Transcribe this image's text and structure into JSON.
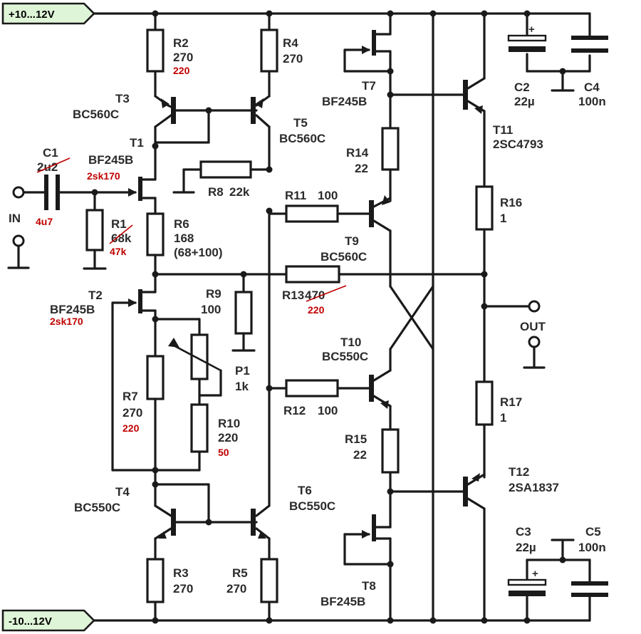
{
  "rails": {
    "positive": "+10...12V",
    "negative": "-10...12V",
    "positive_color": "#dff5d8",
    "negative_color": "#dff5d8"
  },
  "ports": {
    "input": "IN",
    "output": "OUT"
  },
  "components": {
    "C1": {
      "ref": "C1",
      "value": "2u2",
      "alt": "4u7"
    },
    "R1": {
      "ref": "R1",
      "value": "68k",
      "alt": "47k"
    },
    "T1": {
      "ref": "T1",
      "part": "BF245B",
      "alt": "2sk170"
    },
    "T2": {
      "ref": "T2",
      "part": "BF245B",
      "alt": "2sk170"
    },
    "T3": {
      "ref": "T3",
      "part": "BC560C"
    },
    "T4": {
      "ref": "T4",
      "part": "BC550C"
    },
    "T5": {
      "ref": "T5",
      "part": "BC560C"
    },
    "T6": {
      "ref": "T6",
      "part": "BC550C"
    },
    "T7": {
      "ref": "T7",
      "part": "BF245B"
    },
    "T8": {
      "ref": "T8",
      "part": "BF245B"
    },
    "T9": {
      "ref": "T9",
      "part": "BC560C"
    },
    "T10": {
      "ref": "T10",
      "part": "BC550C"
    },
    "T11": {
      "ref": "T11",
      "part": "2SC4793"
    },
    "T12": {
      "ref": "T12",
      "part": "2SA1837"
    },
    "R2": {
      "ref": "R2",
      "value": "270",
      "alt": "220"
    },
    "R3": {
      "ref": "R3",
      "value": "270"
    },
    "R4": {
      "ref": "R4",
      "value": "270"
    },
    "R5": {
      "ref": "R5",
      "value": "270"
    },
    "R6": {
      "ref": "R6",
      "value": "168",
      "note": "(68+100)"
    },
    "R7": {
      "ref": "R7",
      "value": "270",
      "alt": "220"
    },
    "R8": {
      "ref": "R8",
      "value": "22k"
    },
    "R9": {
      "ref": "R9",
      "value": "100"
    },
    "R10": {
      "ref": "R10",
      "value": "220",
      "alt": "50"
    },
    "R11": {
      "ref": "R11",
      "value": "100"
    },
    "R12": {
      "ref": "R12",
      "value": "100"
    },
    "R13": {
      "ref": "R13",
      "value": "470",
      "alt": "220"
    },
    "R14": {
      "ref": "R14",
      "value": "22"
    },
    "R15": {
      "ref": "R15",
      "value": "22"
    },
    "R16": {
      "ref": "R16",
      "value": "1"
    },
    "R17": {
      "ref": "R17",
      "value": "1"
    },
    "P1": {
      "ref": "P1",
      "value": "1k"
    },
    "C2": {
      "ref": "C2",
      "value": "22µ"
    },
    "C3": {
      "ref": "C3",
      "value": "22µ"
    },
    "C4": {
      "ref": "C4",
      "value": "100n"
    },
    "C5": {
      "ref": "C5",
      "value": "100n"
    }
  },
  "colors": {
    "ink": "#1a1a1a",
    "label": "#2b2b2b",
    "modification": "#c00000"
  }
}
